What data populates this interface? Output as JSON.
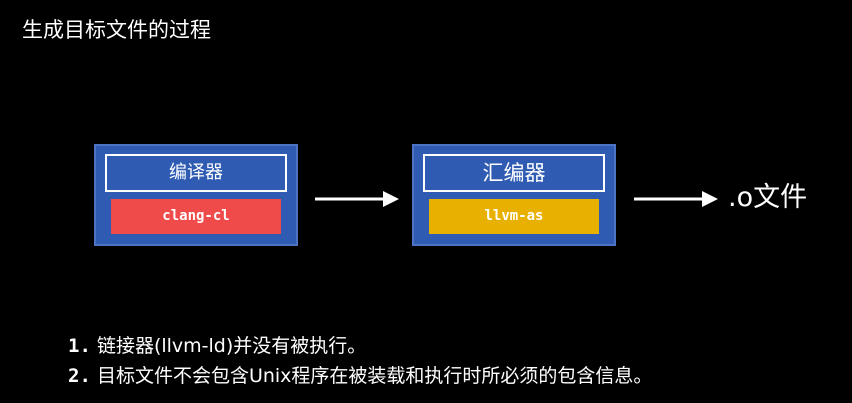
{
  "title": "生成目标文件的过程",
  "colors": {
    "background": "#000000",
    "block_fill": "#2f5bb3",
    "compiler_tool": "#f04b4b",
    "assembler_tool": "#e8b000",
    "text": "#ffffff"
  },
  "diagram": {
    "compiler": {
      "label": "编译器",
      "tool": "clang-cl"
    },
    "assembler": {
      "label": "汇编器",
      "tool": "llvm-as"
    },
    "output": ".o文件"
  },
  "notes": [
    {
      "num": "1.",
      "text": "链接器(llvm-ld)并没有被执行。"
    },
    {
      "num": "2.",
      "text": "目标文件不会包含Unix程序在被装载和执行时所必须的包含信息。"
    }
  ]
}
